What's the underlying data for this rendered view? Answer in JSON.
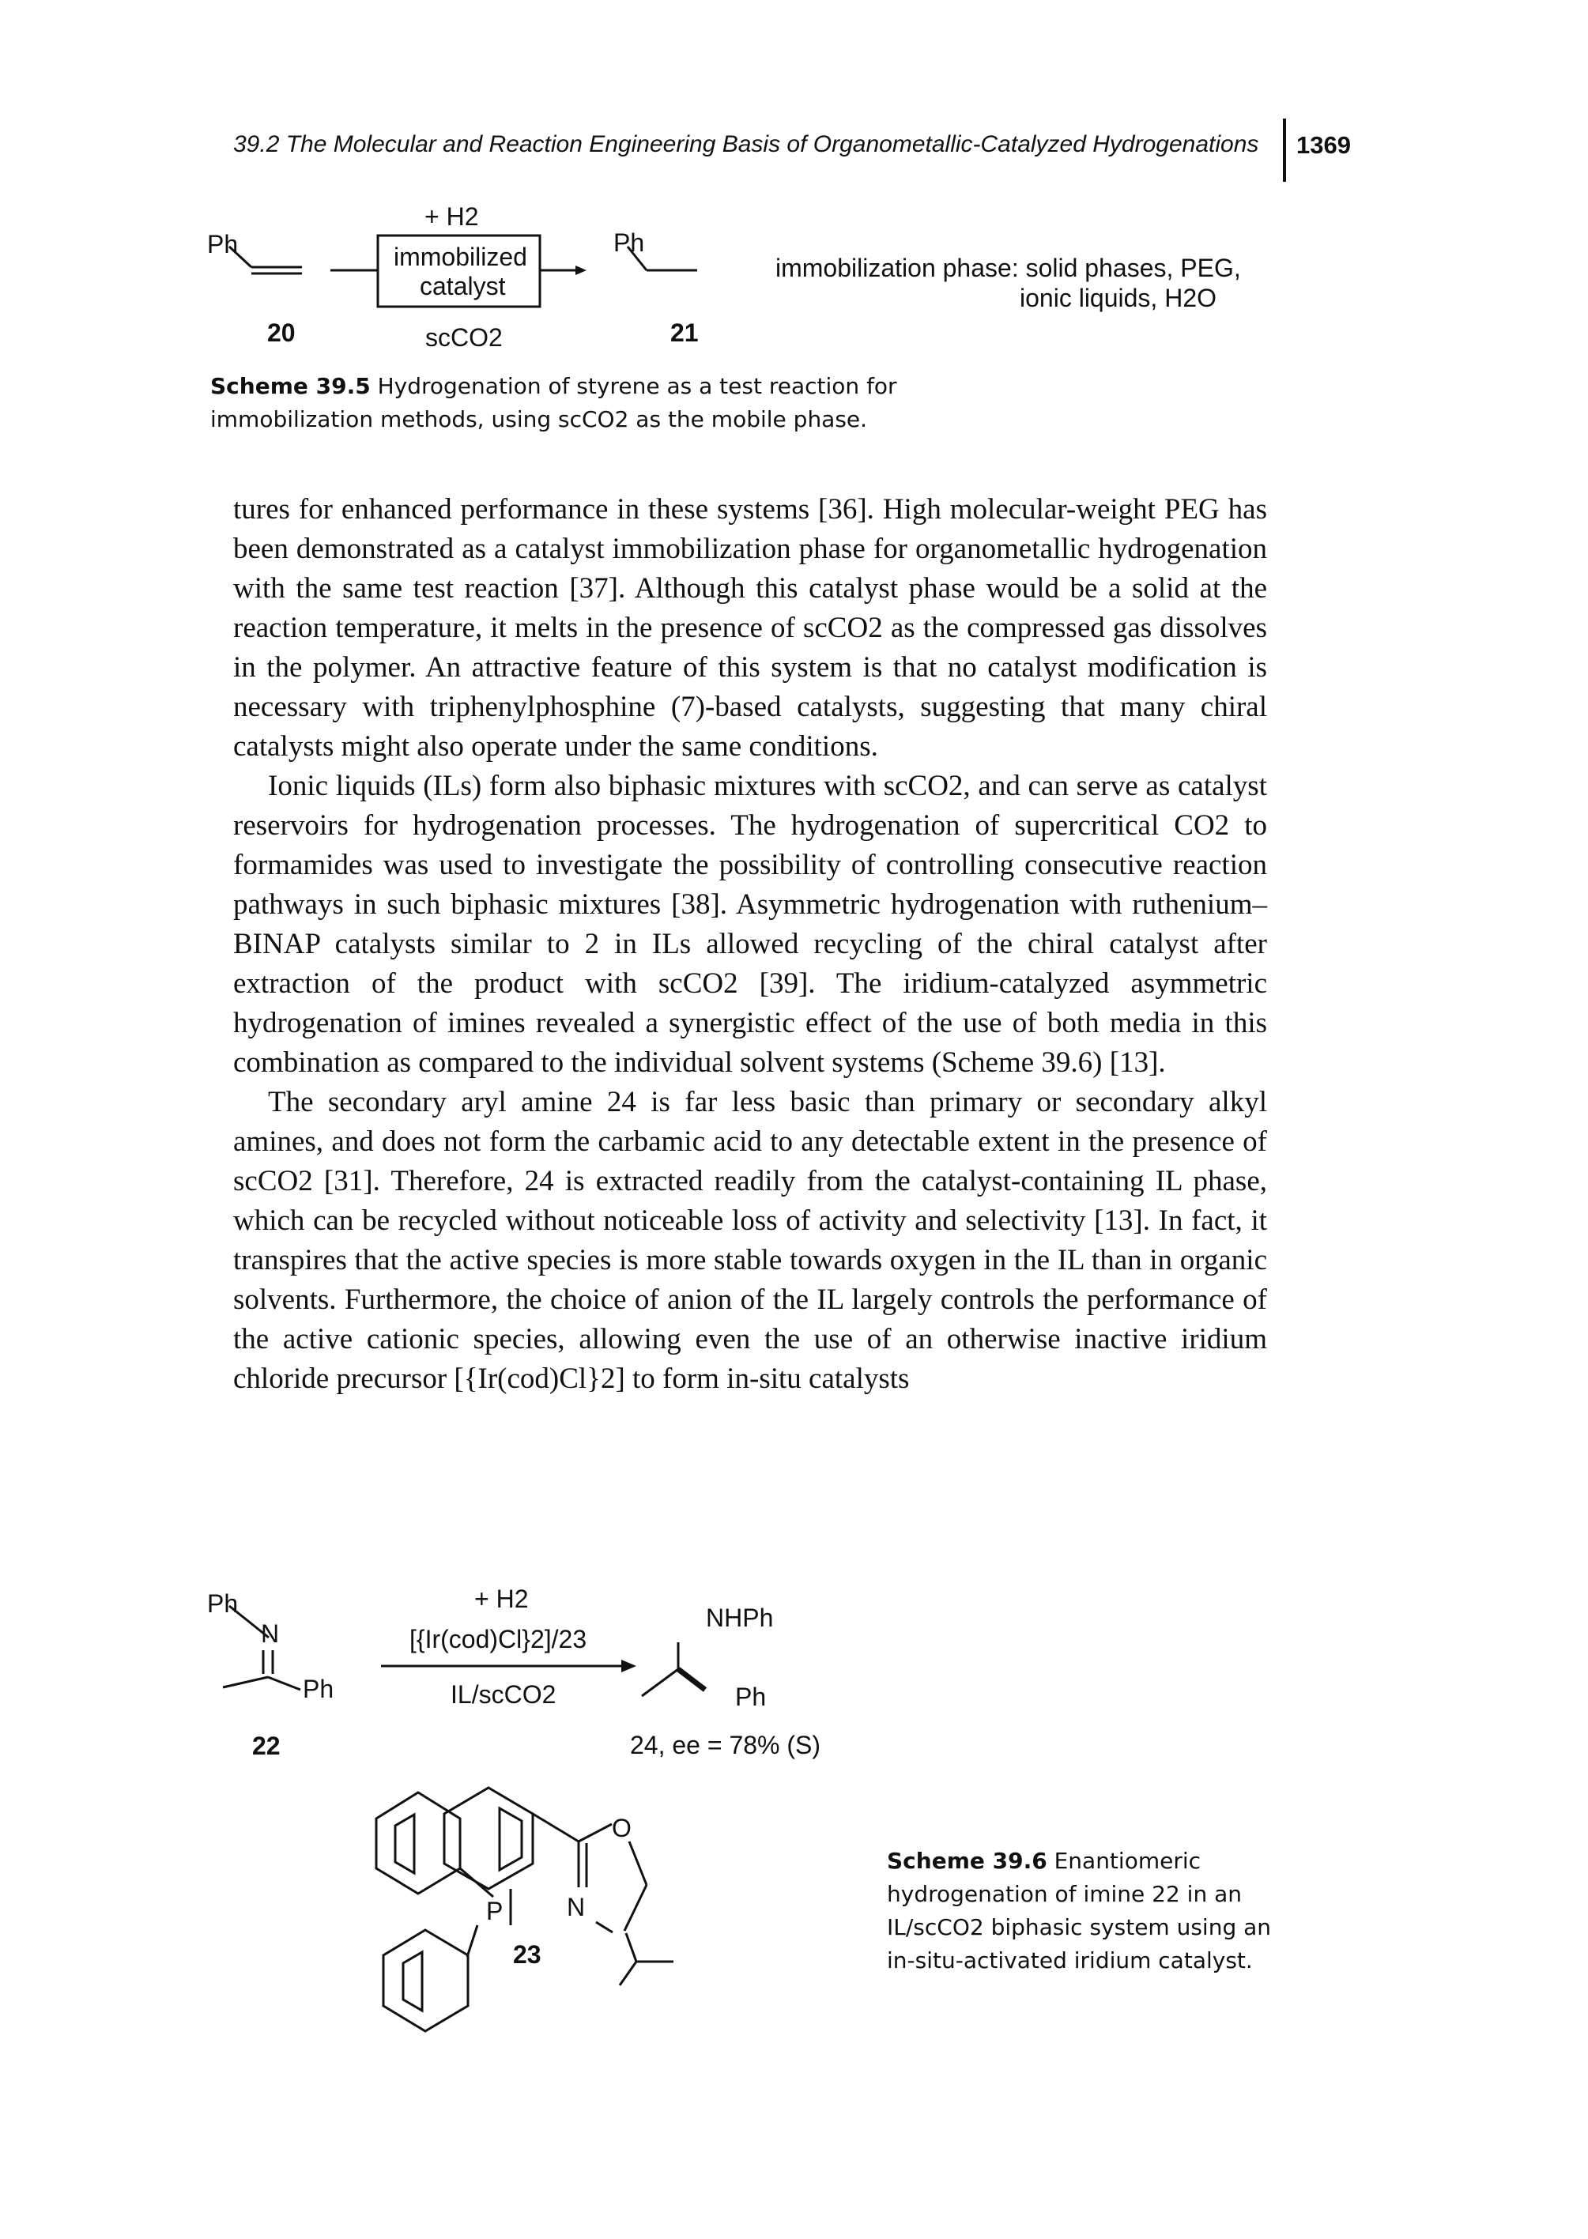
{
  "header": {
    "running_title": "39.2 The Molecular and Reaction Engineering Basis of Organometallic-Catalyzed Hydrogenations",
    "page_number": "1369"
  },
  "scheme5": {
    "sm": "Ph",
    "lab20": "20",
    "h2": "+ H2",
    "box1": "immobilized",
    "box2": "catalyst",
    "sc": "scCO2",
    "prod": "Ph",
    "lab21": "21",
    "note1": "immobilization phase: solid phases, PEG,",
    "note2": "ionic liquids, H2O",
    "cap_label": "Scheme 39.5",
    "cap_text": "Hydrogenation of styrene as a test reaction for immobilization methods, using scCO2 as the mobile phase."
  },
  "paragraphs": [
    "tures for enhanced performance in these systems [36]. High molecular-weight PEG has been demonstrated as a catalyst immobilization phase for organometallic hydrogenation with the same test reaction [37]. Although this catalyst phase would be a solid at the reaction temperature, it melts in the presence of scCO2 as the compressed gas dissolves in the polymer. An attractive feature of this system is that no catalyst modification is necessary with triphenylphosphine (7)-based catalysts, suggesting that many chiral catalysts might also operate under the same conditions.",
    "Ionic liquids (ILs) form also biphasic mixtures with scCO2, and can serve as catalyst reservoirs for hydrogenation processes. The hydrogenation of supercritical CO2 to formamides was used to investigate the possibility of controlling consecutive reaction pathways in such biphasic mixtures [38]. Asymmetric hydrogenation with ruthenium–BINAP catalysts similar to 2 in ILs allowed recycling of the chiral catalyst after extraction of the product with scCO2 [39]. The iridium-catalyzed asymmetric hydrogenation of imines revealed a synergistic effect of the use of both media in this combination as compared to the individual solvent systems (Scheme 39.6) [13].",
    "The secondary aryl amine 24 is far less basic than primary or secondary alkyl amines, and does not form the carbamic acid to any detectable extent in the presence of scCO2 [31]. Therefore, 24 is extracted readily from the catalyst-containing IL phase, which can be recycled without noticeable loss of activity and selectivity [13]. In fact, it transpires that the active species is more stable towards oxygen in the IL than in organic solvents. Furthermore, the choice of anion of the IL largely controls the performance of the active cationic species, allowing even the use of an otherwise inactive iridium chloride precursor [{Ir(cod)Cl}2] to form in-situ catalysts"
  ],
  "scheme6": {
    "ph": "Ph",
    "n": "N",
    "ph2": "Ph",
    "lab22": "22",
    "h2": "+ H2",
    "cat": "[{Ir(cod)Cl}2]/23",
    "solv": "IL/scCO2",
    "nhph": "NHPh",
    "ph3": "Ph",
    "lab24": "24, ee = 78% (S)",
    "o": "O",
    "p": "P",
    "n2": "N",
    "lab23": "23",
    "cap_label": "Scheme 39.6",
    "cap_text": "Enantiomeric hydrogenation of imine 22 in an IL/scCO2 biphasic system using an in-situ-activated iridium catalyst."
  }
}
